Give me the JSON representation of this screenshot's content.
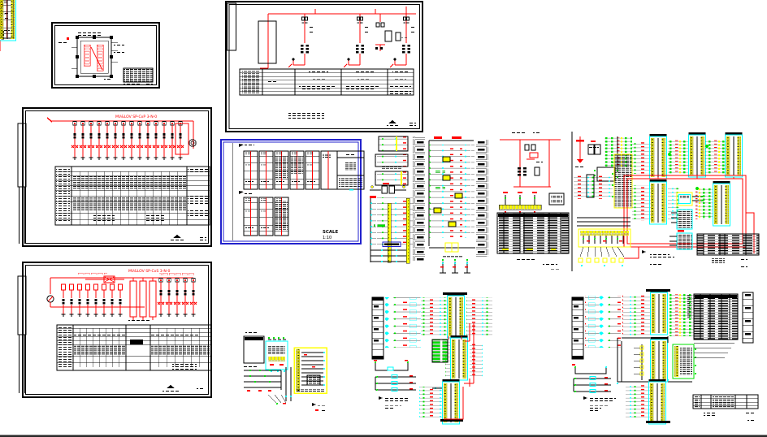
{
  "document": {
    "type": "CAD electrical schematic drawing set",
    "background_color": "#FFFFFF",
    "edge_bar_color": "#2a2a2a"
  },
  "colors": {
    "wire_red": "#FF0000",
    "line_black": "#000000",
    "terminal_yellow": "#FFFF00",
    "terminal_cyan": "#00FFFF",
    "mark_green": "#00E000",
    "frame_blue": "#2222CC"
  },
  "sheets": {
    "plan_detail": {
      "name": "equipment plan detail sheet"
    },
    "single_line": {
      "name": "single line power diagram sheet"
    },
    "panel_mcc1": {
      "title": "MV&LOV SP-CxP  3-N-0"
    },
    "panel_layout": {
      "note_line1": "SCALE",
      "note_line2": "1:10"
    },
    "panel_mcc2": {
      "title": "MV&LOV SP-CxS  3-N-0"
    }
  },
  "clusters": {
    "control_ladder": {
      "name": "control circuit ladder diagrams"
    },
    "feeder_table": {
      "name": "feeder schematic with wiring table"
    },
    "terminal_wiring": {
      "name": "PLC terminal block wiring diagrams"
    },
    "io_modules": {
      "name": "I/O module termination diagrams"
    }
  }
}
